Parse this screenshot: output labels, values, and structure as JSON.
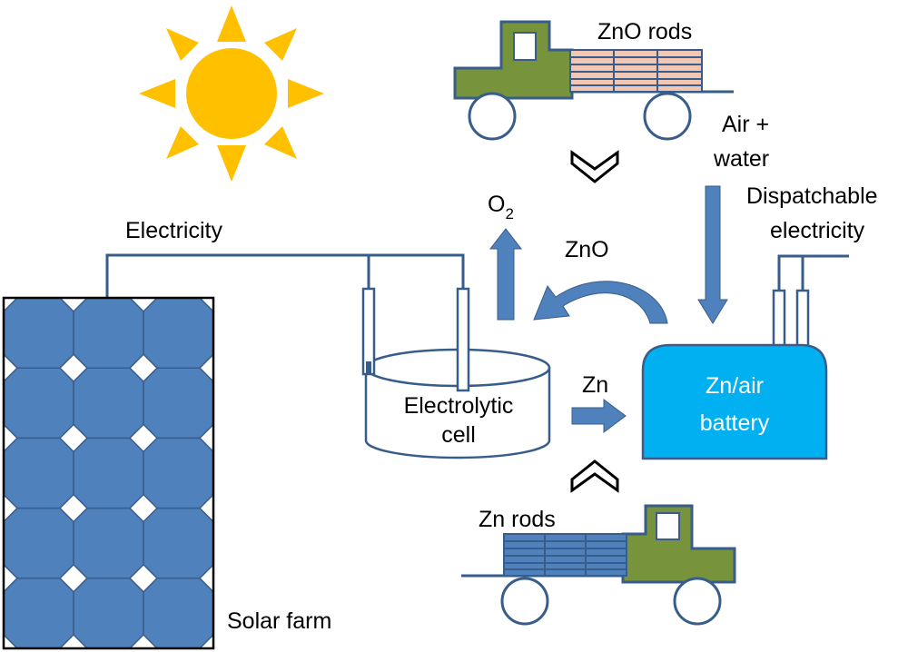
{
  "labels": {
    "electricity": "Electricity",
    "solar_farm": "Solar farm",
    "electrolytic_cell_line1": "Electrolytic",
    "electrolytic_cell_line2": "cell",
    "o2_base": "O",
    "o2_sub": "2",
    "zno_flow": "ZnO",
    "zn_flow": "Zn",
    "air_water_line1": "Air +",
    "air_water_line2": "water",
    "dispatchable_line1": "Dispatchable",
    "dispatchable_line2": "electricity",
    "battery_line1": "Zn/air",
    "battery_line2": "battery",
    "zno_rods": "ZnO rods",
    "zn_rods": "Zn rods"
  },
  "icons": {
    "sun": "sun-icon",
    "solar_panel": "solar-panel-icon",
    "truck_top": "truck-icon",
    "truck_bottom": "truck-icon",
    "chevron_down": "chevron-down-icon",
    "chevron_up": "chevron-up-icon"
  },
  "colors": {
    "sun": "#FFC000",
    "panel_cell": "#4F81BD",
    "flow_arrow": "#4F81BD",
    "wire": "#385D8A",
    "battery": "#00B0F0",
    "truck_body": "#77933C",
    "zno_rods": "#F2C6B0",
    "zn_rods": "#4F81BD"
  }
}
